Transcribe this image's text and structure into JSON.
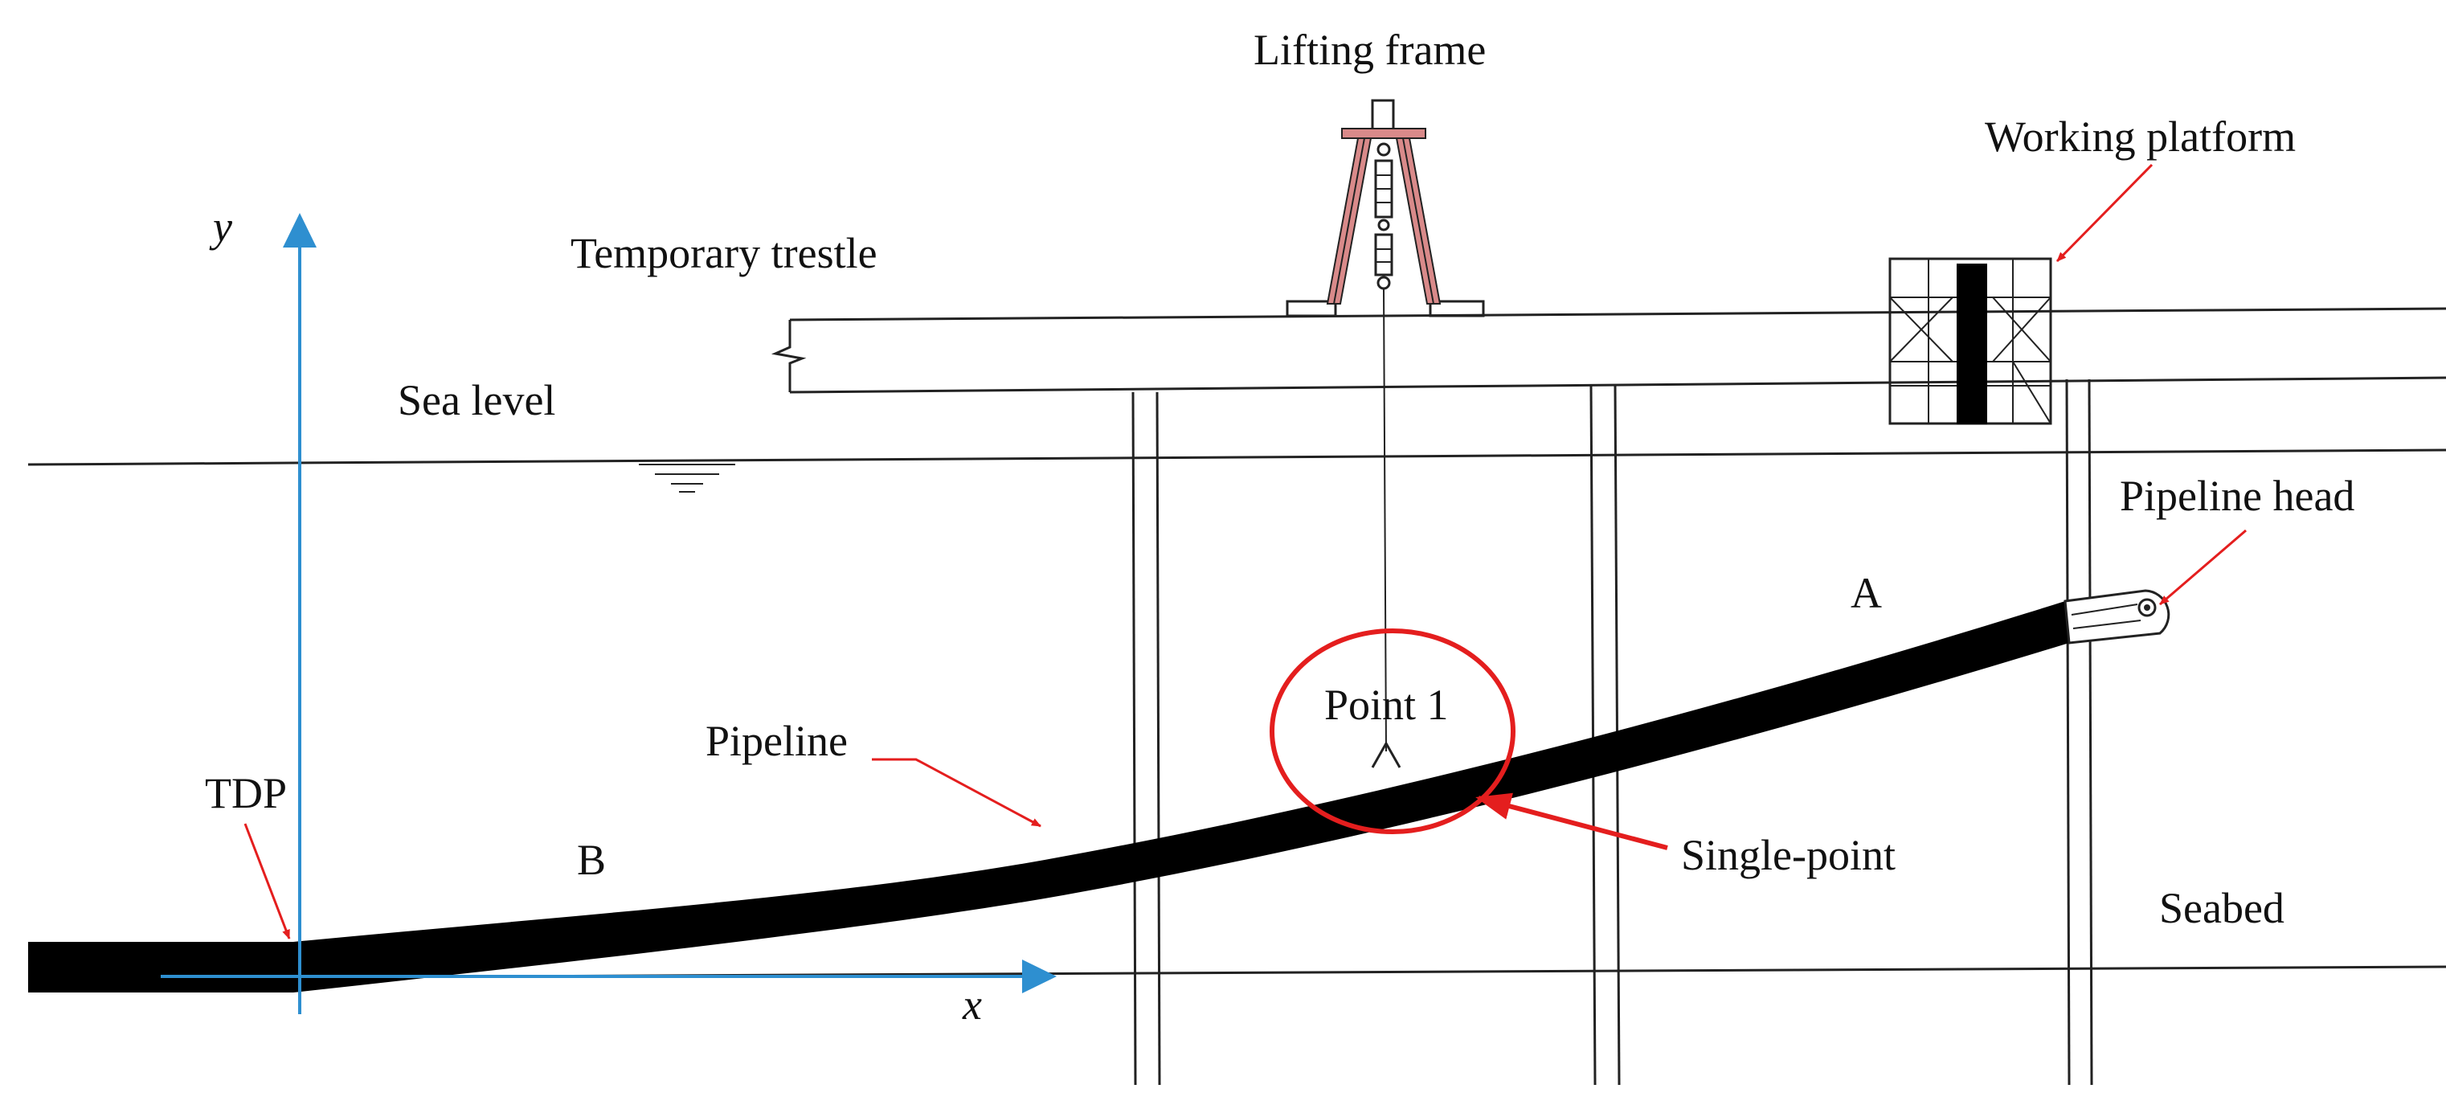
{
  "labels": {
    "lifting_frame": "Lifting frame",
    "working_platform": "Working platform",
    "temporary_trestle": "Temporary trestle",
    "sea_level": "Sea level",
    "pipeline_head": "Pipeline head",
    "point_1": "Point 1",
    "pipeline": "Pipeline",
    "single_point": "Single-point",
    "tdp": "TDP",
    "seabed": "Seabed",
    "section_a": "A",
    "section_b": "B",
    "axis_x": "x",
    "axis_y": "y"
  },
  "colors": {
    "line": "#222222",
    "pipeline": "#000000",
    "axis": "#2E8FD0",
    "annotation_arrow": "#E41E1E",
    "highlight_circle": "#E41E1E",
    "frame_legs": "#D98A8A"
  },
  "icons": {
    "sea_level_marker": "water-level-symbol",
    "trestle_break": "break-line-symbol"
  }
}
